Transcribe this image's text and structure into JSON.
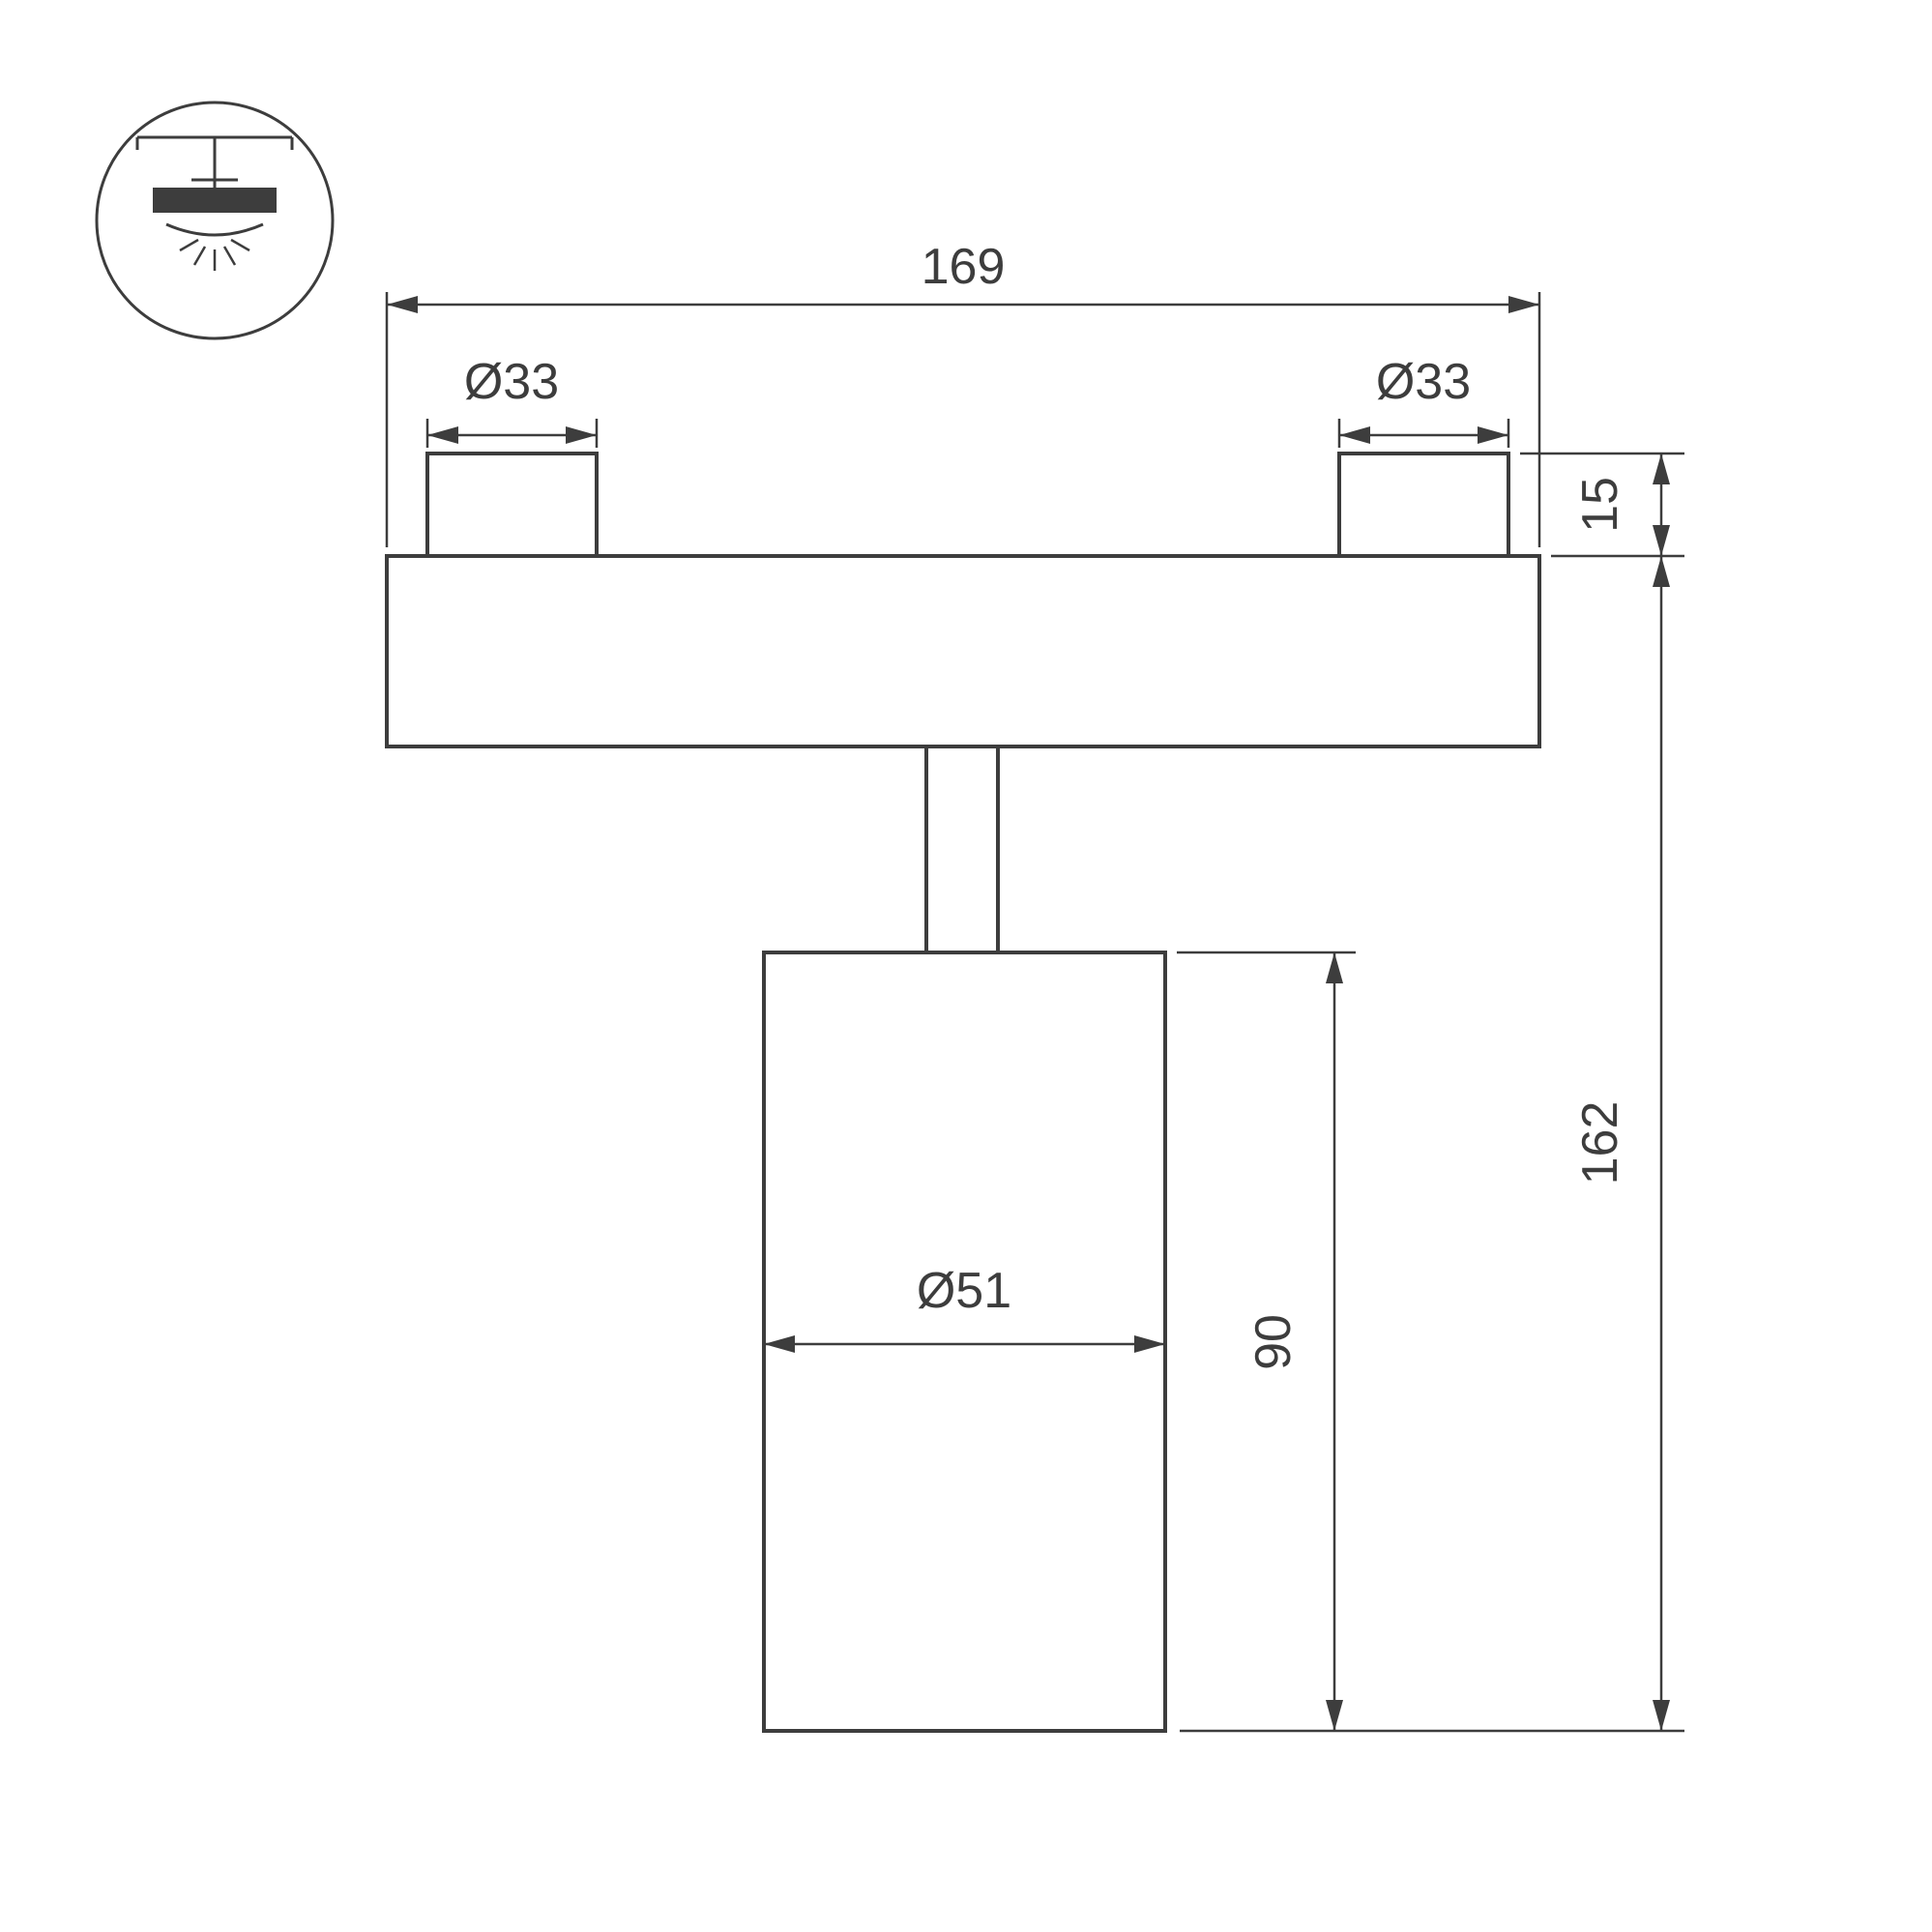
{
  "drawing": {
    "type": "technical-dimension-drawing",
    "subject": "magnetic-track-spot-luminaire",
    "background_color": "#ffffff",
    "line_color": "#3d3d3d",
    "labels": {
      "track_width": "169",
      "connector_left_diameter": "Ø33",
      "connector_right_diameter": "Ø33",
      "connector_height": "15",
      "overall_height": "162",
      "body_height": "90",
      "body_diameter": "Ø51"
    },
    "icon": {
      "name": "ceiling-track-light-icon"
    }
  }
}
